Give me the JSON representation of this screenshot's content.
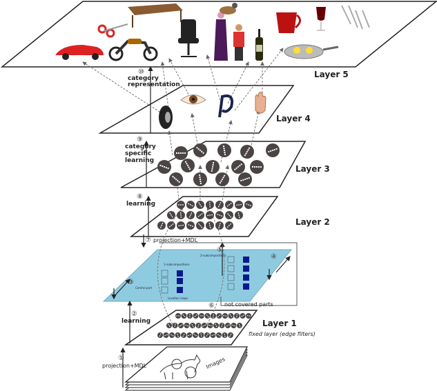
{
  "layers": {
    "layer5": "Layer 5",
    "layer4": "Layer 4",
    "layer3": "Layer 3",
    "layer2": "Layer 2",
    "layer1": "Layer 1",
    "layer1_note": "fixed layer (edge filters)"
  },
  "steps": {
    "s1": {
      "num": "①",
      "label": "projection+MDL"
    },
    "s2": {
      "num": "②",
      "label": "learning"
    },
    "s3": {
      "num": "③"
    },
    "s4": {
      "num": "④"
    },
    "s5": {
      "num": "⑤"
    },
    "s6": {
      "num": "⑥",
      "label": "not covered parts"
    },
    "s7": {
      "num": "⑦",
      "label": "projection+MDL"
    },
    "s8": {
      "num": "⑧",
      "label": "learning"
    },
    "s9": {
      "num": "⑨",
      "line1": "category",
      "line2": "specific",
      "line3": "learning"
    },
    "s10": {
      "num": "⑩",
      "line1": "category",
      "line2": "representation"
    }
  },
  "inset": {
    "sub1": "1-subcompositions",
    "sub2": "2-subcompositions",
    "central": "Central part",
    "location": "Location maps"
  },
  "images_label": "Images",
  "colors": {
    "inset": "#8fcbe0",
    "disc": "#4a4544",
    "inset_box": "#0a1a8c"
  }
}
